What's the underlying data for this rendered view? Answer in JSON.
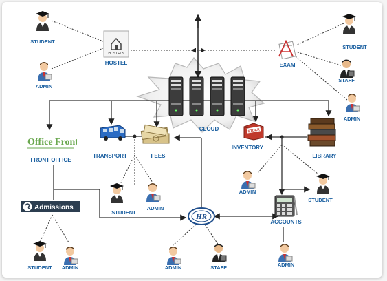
{
  "diagram": {
    "cloud": "CLOUD",
    "hostel": "HOSTEL",
    "hostel_sign": "HOSTELS",
    "exam": "EXAM",
    "inventory": "INVENTORY",
    "stock_sign": "STOCK",
    "library": "LIBRARY",
    "transport": "TRANSPORT",
    "fees": "FEES",
    "front_office": "FRONT OFFICE",
    "office_front_logo": "Office Front",
    "admissions": "Admissions",
    "accounts": "ACCOUNTS",
    "hr_logo": "HR"
  },
  "people": {
    "student": "STUDENT",
    "admin": "ADMIN",
    "staff": "STAFF"
  },
  "colors": {
    "label": "#1a5fa0",
    "line": "#333333",
    "arrow": "#222222"
  }
}
